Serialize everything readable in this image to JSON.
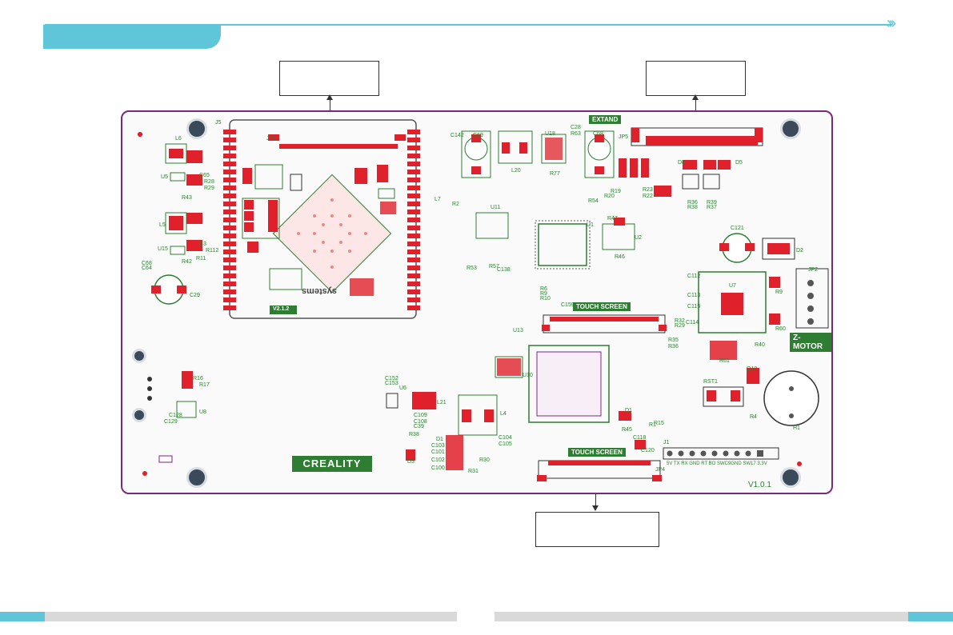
{
  "header": {
    "arrows": "›››"
  },
  "board": {
    "version": "V1.0.1",
    "brand": "CREALITY",
    "core_board_version": "V2.1.2",
    "core_board_logo": "systems",
    "badges": {
      "extand": "EXTAND",
      "touch_screen_top": "TOUCH SCREEN",
      "touch_screen_bottom": "TOUCH SCREEN",
      "z_motor": "Z-MOTOR"
    },
    "pin_labels": "5V  TX  RX  GND  RT  BO  SWC9GND  SW17 3.3V",
    "designators": [
      "L6",
      "U5",
      "R28",
      "R29",
      "C65",
      "R43",
      "L5",
      "U15",
      "C3",
      "R112",
      "R42",
      "R11",
      "C29",
      "C68",
      "C64",
      "U6",
      "C152",
      "C153",
      "L21",
      "R38",
      "C108",
      "C109",
      "C39",
      "D3",
      "D1",
      "C103",
      "C101",
      "C102",
      "C100",
      "L4",
      "R30",
      "R31",
      "C104",
      "C105",
      "C69",
      "L20",
      "U18",
      "C28",
      "R63",
      "C68",
      "JP5",
      "R77",
      "R54",
      "R20",
      "R19",
      "U1",
      "U2",
      "R47",
      "R46",
      "U11",
      "C138",
      "R57",
      "R53",
      "R6",
      "R9",
      "R10",
      "C159",
      "D8",
      "D5",
      "R36",
      "R38",
      "R39",
      "R37",
      "R23",
      "R22",
      "C121",
      "D2",
      "C112",
      "U7",
      "C113",
      "C115",
      "C114",
      "JP2",
      "R9",
      "R60",
      "R61",
      "R32",
      "R29",
      "R35",
      "R36",
      "R40",
      "Q10",
      "RST1",
      "R4",
      "H1",
      "U13",
      "U10",
      "R45",
      "D1",
      "C118",
      "C120",
      "R1",
      "R15",
      "J1",
      "JP4",
      "R16",
      "R17",
      "U8",
      "C129",
      "C128",
      "J5",
      "JP1",
      "C142",
      "R2",
      "L7"
    ]
  },
  "callouts": {
    "top_left": "",
    "top_right": "",
    "bottom": ""
  },
  "colors": {
    "accent": "#5ec6d8",
    "board_outline": "#7a2a7a",
    "pad": "#e0202a",
    "silkscreen": "#2e7d32"
  }
}
